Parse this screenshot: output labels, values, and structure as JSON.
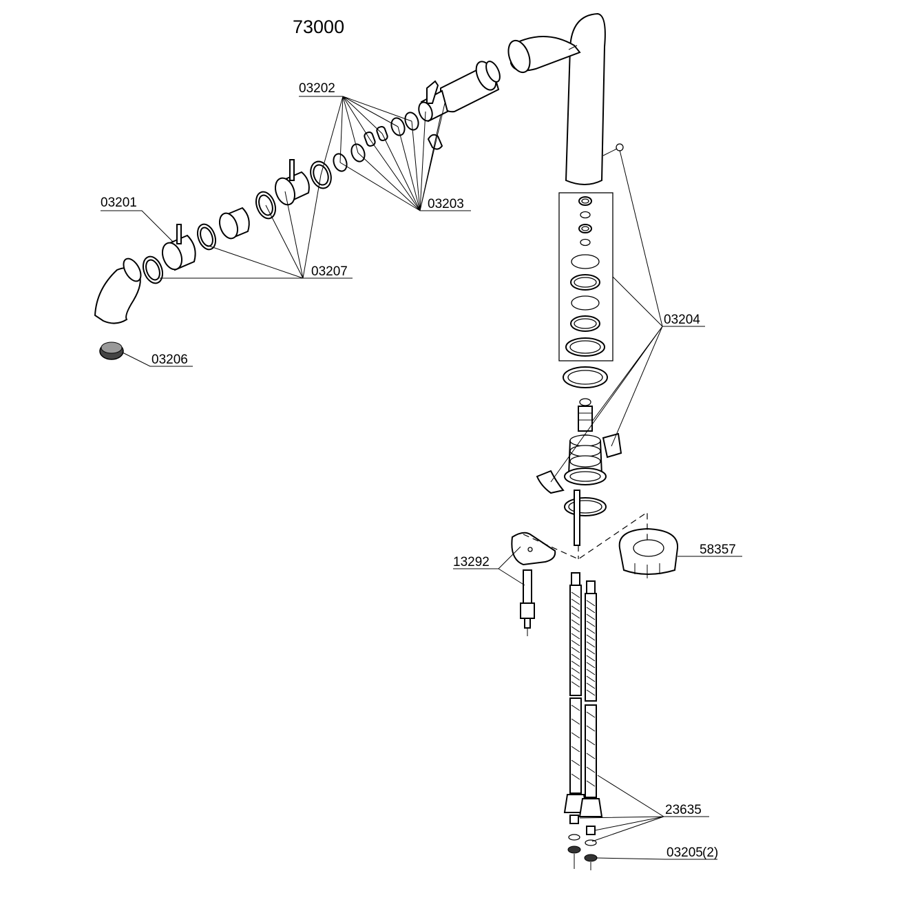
{
  "drawing": {
    "model_number": "73000"
  },
  "parts": {
    "p03201": "03201",
    "p03202": "03202",
    "p03203": "03203",
    "p03204": "03204",
    "p03206": "03206",
    "p03207": "03207",
    "p13292": "13292",
    "p58357": "58357",
    "p23635": "23635",
    "p03205": "03205",
    "p03205_qty": "(2)"
  }
}
